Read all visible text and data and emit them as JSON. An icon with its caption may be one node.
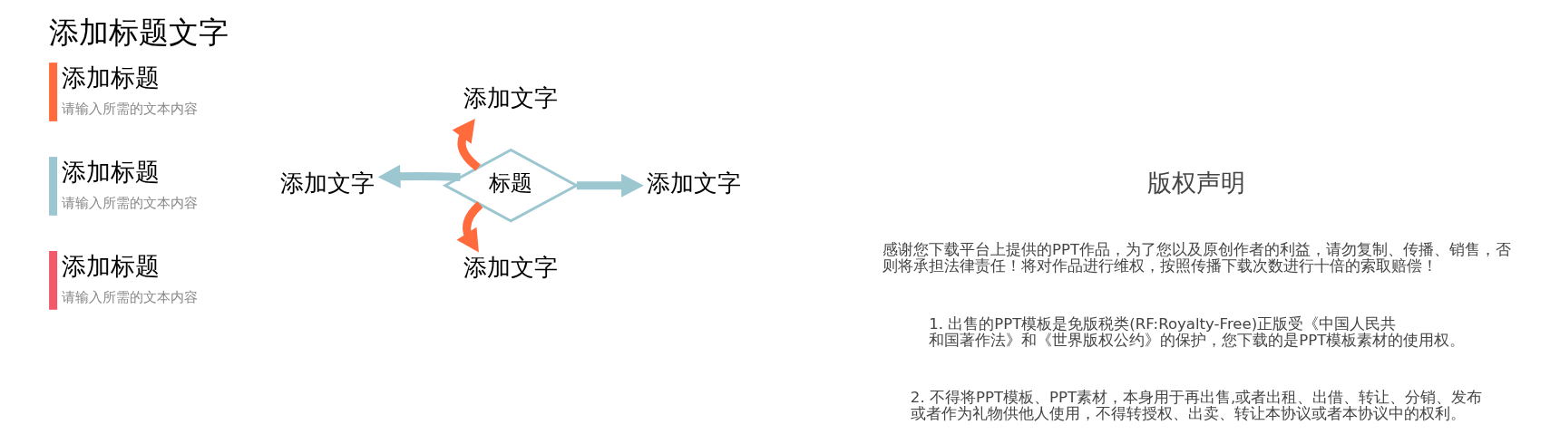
{
  "diagram": {
    "title": "添加标题文字",
    "nodes": [
      {
        "text": [
          "添加标题",
          "请输入所需的文本内容"
        ]
      },
      {
        "text": [
          "添加标题",
          "请输入所需的文本内容"
        ]
      },
      {
        "text": [
          "添加标题",
          "请输入所需的文本内容"
        ]
      },
      {
        "text": [
          "标题"
        ]
      },
      {
        "text": [
          "添加文字"
        ]
      },
      {
        "text": [
          "添加文字"
        ]
      },
      {
        "text": [
          "添加文字"
        ]
      },
      {
        "text": [
          "添加文字"
        ]
      }
    ],
    "edges": [
      {
        "from": 3,
        "to": 4,
        "arrow": "to",
        "color": "#ff6b3d"
      },
      {
        "from": 3,
        "to": 5,
        "arrow": "to",
        "color": "#9cc7d1"
      },
      {
        "from": 3,
        "to": 6,
        "arrow": "to",
        "color": "#9cc7d1"
      },
      {
        "from": 3,
        "to": 7,
        "arrow": "to",
        "color": "#ff6b3d"
      }
    ],
    "labels": [
      "版权声明",
      "感谢您下载平台上提供的PPT作品，为了您以及原创作者的利益，请勿复制、传播、销售，否则将承担法律责任！将对作品进行维权，按照传播下载次数进行十倍的索取赔偿！",
      "1. 出售的PPT模板是免版税类(RF:Royalty-Free)正版受《中国人民共和国著作法》和《世界版权公约》的保护，您下载的是PPT模板素材的使用权。",
      "2. 不得将PPT模板、PPT素材，本身用于再出售,或者出租、出借、转让、分销、发布或者作为礼物供他人使用，不得转授权、出卖、转让本协议或者本协议中的权利。"
    ]
  }
}
